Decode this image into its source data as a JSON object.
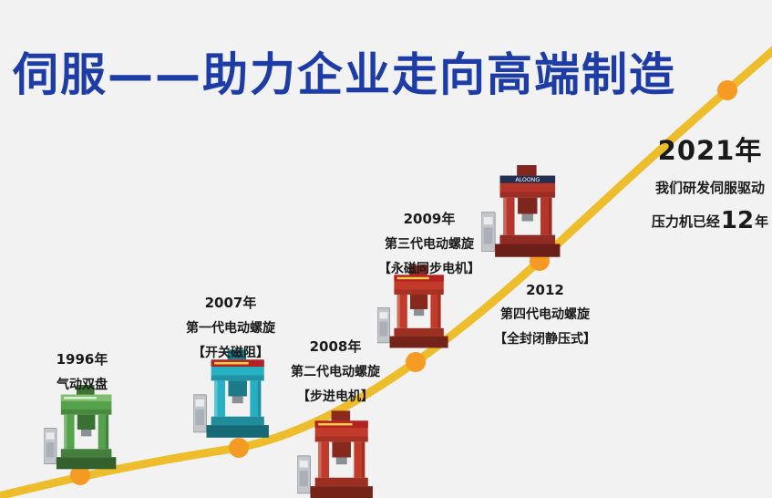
{
  "title": "伺服——助力企业走向高端制造",
  "colors": {
    "background": "#f2f2f2",
    "title_blue": "#1d3ca6",
    "curve_gold": "#eebd2b",
    "dot_orange": "#f59a23",
    "text_dark": "#1a1a1a"
  },
  "timeline": [
    {
      "year": "1996年",
      "line1": "气动双盘",
      "line2": ""
    },
    {
      "year": "2007年",
      "line1": "第一代电动螺旋",
      "line2": "【开关磁阻】"
    },
    {
      "year": "2008年",
      "line1": "第二代电动螺旋",
      "line2": "【步进电机】"
    },
    {
      "year": "2009年",
      "line1": "第三代电动螺旋",
      "line2": "【永磁同步电机】"
    },
    {
      "year": "2012",
      "line1": "第四代电动螺旋",
      "line2": "【全封闭静压式】"
    }
  ],
  "final_milestone": {
    "year": "2021年",
    "line1": "我们研发伺服驱动",
    "line2_prefix": "压力机已经",
    "line2_highlight": "12",
    "line2_suffix": "年"
  },
  "machines": {
    "brand_label": "ALOONG"
  }
}
